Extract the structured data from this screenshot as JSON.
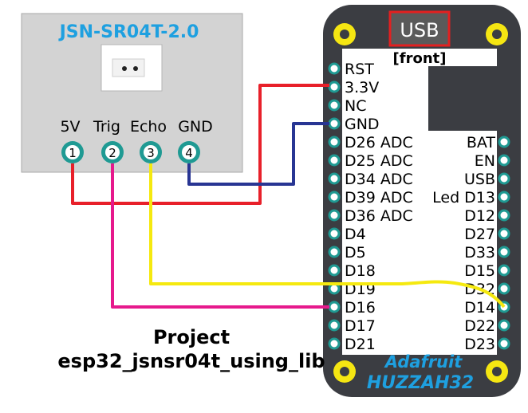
{
  "sensor": {
    "title": "JSN-SR04T-2.0",
    "pins": [
      {
        "label": "5V",
        "number": "1"
      },
      {
        "label": "Trig",
        "number": "2"
      },
      {
        "label": "Echo",
        "number": "3"
      },
      {
        "label": "GND",
        "number": "4"
      }
    ]
  },
  "board": {
    "usb_label": "USB",
    "front_label": "[front]",
    "brand_line1": "Adafruit",
    "brand_line2": "HUZZAH32",
    "left_pins": [
      "RST",
      "3.3V",
      "NC",
      "GND",
      "D26 ADC",
      "D25 ADC",
      "D34 ADC",
      "D39 ADC",
      "D36 ADC",
      "D4",
      "D5",
      "D18",
      "D19",
      "D16",
      "D17",
      "D21"
    ],
    "right_pins": [
      "BAT",
      "EN",
      "USB",
      "Led D13",
      "D12",
      "D27",
      "D33",
      "D15",
      "D32",
      "D14",
      "D22",
      "D23"
    ]
  },
  "wires": [
    {
      "from": "5V",
      "to": "3.3V",
      "color": "#e8202a"
    },
    {
      "from": "GND",
      "to": "GND",
      "color": "#283593"
    },
    {
      "from": "Trig",
      "to": "D16",
      "color": "#e6198c"
    },
    {
      "from": "Echo",
      "to": "D14",
      "color": "#f5e90f"
    }
  ],
  "caption": {
    "line1": "Project",
    "line2": "esp32_jsnsr04t_using_lib"
  },
  "colors": {
    "sensor_body": "#d3d3d3",
    "sensor_title": "#1ea0e0",
    "pin_teal": "#1f9a93",
    "board_body": "#3b3d42",
    "mount_hole": "#f5e612",
    "usb_border": "#e32020",
    "brand": "#1ea0e0"
  }
}
